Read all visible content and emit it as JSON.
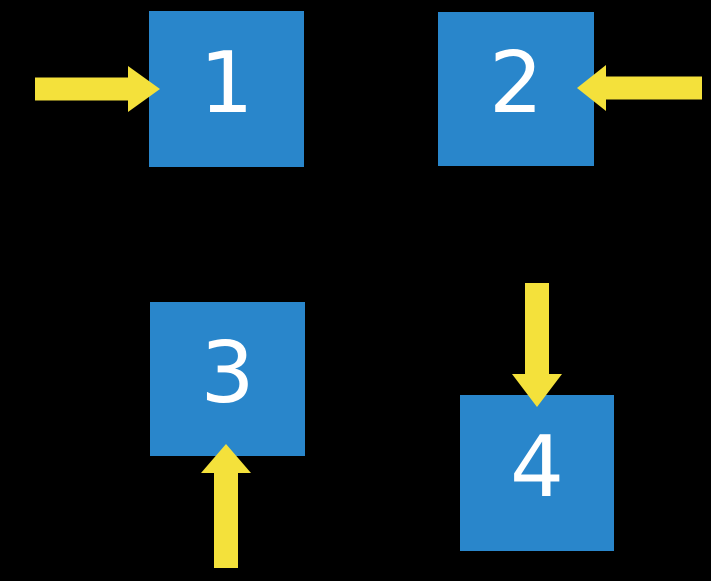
{
  "colors": {
    "background": "#000000",
    "square_fill": "#2986CB",
    "arrow_fill": "#F4E13B",
    "label_text": "#FFFFFF"
  },
  "squares": [
    {
      "label": "1",
      "arrow_pointing": "right",
      "arrow_side": "left"
    },
    {
      "label": "2",
      "arrow_pointing": "left",
      "arrow_side": "right"
    },
    {
      "label": "3",
      "arrow_pointing": "up",
      "arrow_side": "bottom"
    },
    {
      "label": "4",
      "arrow_pointing": "down",
      "arrow_side": "top"
    }
  ]
}
